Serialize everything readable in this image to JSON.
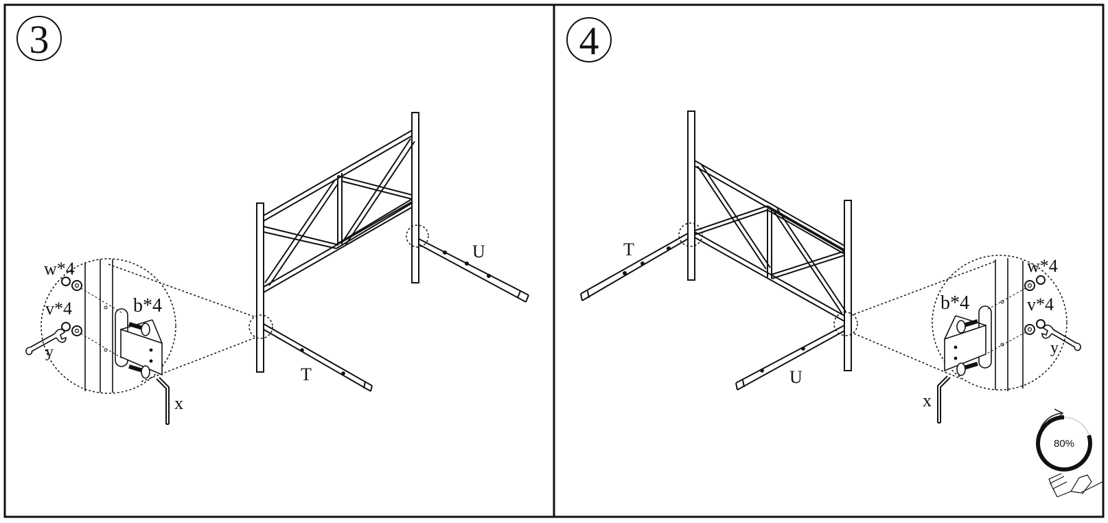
{
  "steps": [
    {
      "number": "3",
      "labels": {
        "washer_nut": "w*4",
        "spring_washer": "v*4",
        "bolt": "b*4",
        "wrench": "y",
        "allen_key": "x",
        "rail_front": "T",
        "rail_back": "U"
      }
    },
    {
      "number": "4",
      "labels": {
        "washer_nut": "w*4",
        "spring_washer": "v*4",
        "bolt": "b*4",
        "wrench": "y",
        "allen_key": "x",
        "rail_front": "U",
        "rail_back": "T"
      }
    }
  ],
  "progress": {
    "value": 0.8,
    "label": "80%"
  },
  "colors": {
    "line": "#111111",
    "background": "#ffffff"
  }
}
